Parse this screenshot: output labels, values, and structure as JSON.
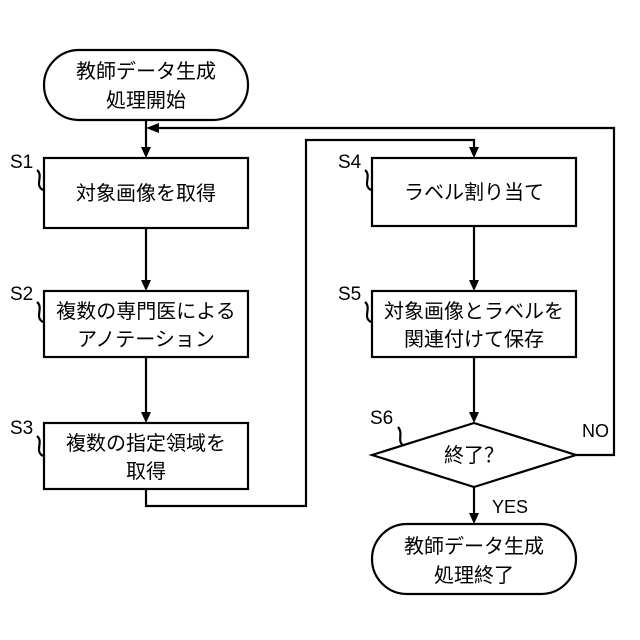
{
  "flowchart": {
    "start": {
      "line1": "教師データ生成",
      "line2": "処理開始"
    },
    "s1": {
      "step": "S1",
      "text": "対象画像を取得"
    },
    "s2": {
      "step": "S2",
      "line1": "複数の専門医による",
      "line2": "アノテーション"
    },
    "s3": {
      "step": "S3",
      "line1": "複数の指定領域を",
      "line2": "取得"
    },
    "s4": {
      "step": "S4",
      "text": "ラベル割り当て"
    },
    "s5": {
      "step": "S5",
      "line1": "対象画像とラベルを",
      "line2": "関連付けて保存"
    },
    "s6": {
      "step": "S6",
      "text": "終了？"
    },
    "branch": {
      "no": "NO",
      "yes": "YES"
    },
    "end": {
      "line1": "教師データ生成",
      "line2": "処理終了"
    }
  }
}
